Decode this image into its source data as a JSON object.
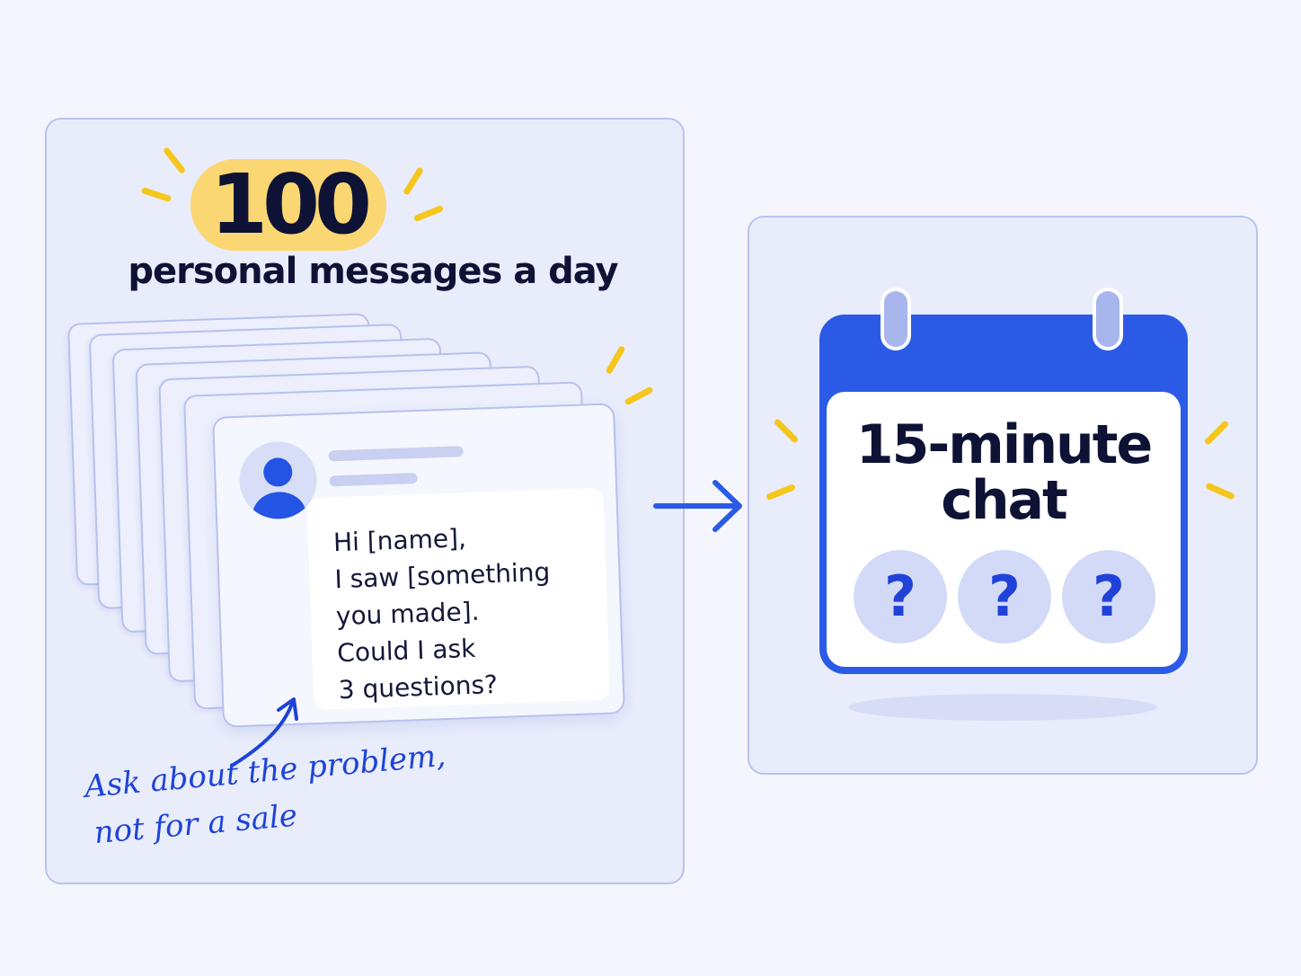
{
  "outreach": {
    "count": "100",
    "caption": "personal messages a day",
    "message_lines": [
      "Hi [name],",
      "I saw [something",
      "you made].",
      "Could I ask",
      "3 questions?"
    ],
    "note_lines": [
      "Ask about the problem,",
      "not for a sale"
    ]
  },
  "result": {
    "title_lines": [
      "15-minute",
      "chat"
    ],
    "questions": [
      "?",
      "?",
      "?"
    ]
  },
  "colors": {
    "accent_blue": "#2b5be6",
    "highlight_yellow": "#fbd773",
    "ray_yellow": "#f5c61c",
    "dark_text": "#0e1235",
    "note_blue": "#1f43d8"
  },
  "icons": {
    "avatar": "user-avatar-icon",
    "arrow": "arrow-right-icon",
    "calendar": "calendar-icon"
  }
}
